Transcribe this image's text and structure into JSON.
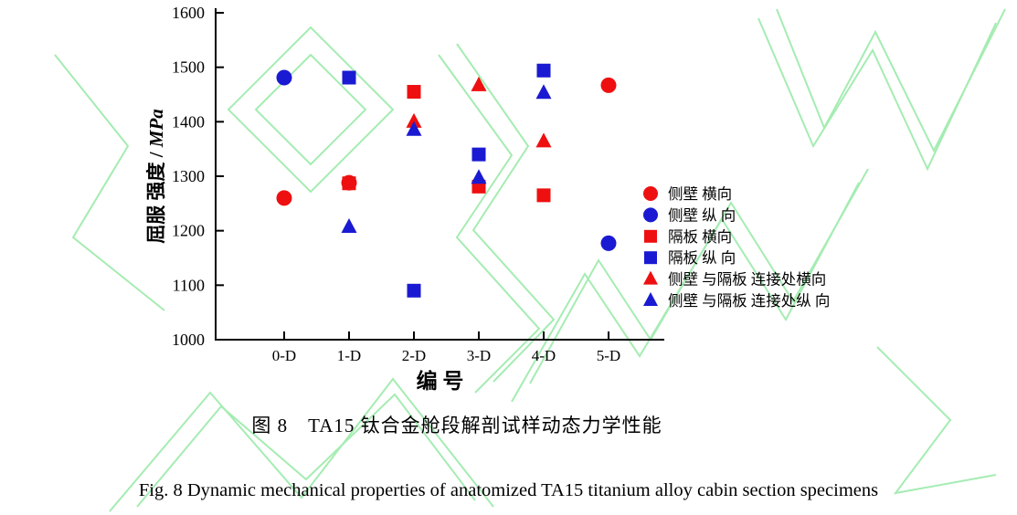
{
  "figure": {
    "caption_cn": "图 8　TA15 钛合金舱段解剖试样动态力学性能",
    "caption_en": "Fig. 8 Dynamic mechanical properties of anatomized TA15 titanium alloy cabin section specimens"
  },
  "colors": {
    "red": "#ee1010",
    "blue": "#1a1ad2",
    "axis": "#000000",
    "watermark": "#a5ecb2"
  },
  "chart_data": {
    "type": "scatter",
    "title": "图 8　TA15 钛合金舱段解剖试样动态力学性能",
    "xlabel": "编  号",
    "ylabel": "屈服 强度",
    "ylabel_unit": "MPa",
    "categories": [
      "0-D",
      "1-D",
      "2-D",
      "3-D",
      "4-D",
      "5-D"
    ],
    "ylim": [
      1000,
      1600
    ],
    "yticks": [
      1000,
      1100,
      1200,
      1300,
      1400,
      1500,
      1600
    ],
    "grid": false,
    "legend_position": "right",
    "series": [
      {
        "name": "侧壁 横向",
        "marker": "circle",
        "color": "#ee1010",
        "points": [
          {
            "x": "0-D",
            "y": 1260
          },
          {
            "x": "1-D",
            "y": 1288
          },
          {
            "x": "5-D",
            "y": 1467
          }
        ]
      },
      {
        "name": "侧壁 纵 向",
        "marker": "circle",
        "color": "#1a1ad2",
        "points": [
          {
            "x": "0-D",
            "y": 1481
          },
          {
            "x": "5-D",
            "y": 1177
          }
        ]
      },
      {
        "name": "隔板 横向",
        "marker": "square",
        "color": "#ee1010",
        "points": [
          {
            "x": "1-D",
            "y": 1287
          },
          {
            "x": "2-D",
            "y": 1455
          },
          {
            "x": "3-D",
            "y": 1281
          },
          {
            "x": "4-D",
            "y": 1265
          }
        ]
      },
      {
        "name": "隔板 纵 向",
        "marker": "square",
        "color": "#1a1ad2",
        "points": [
          {
            "x": "1-D",
            "y": 1481
          },
          {
            "x": "2-D",
            "y": 1090
          },
          {
            "x": "3-D",
            "y": 1340
          },
          {
            "x": "4-D",
            "y": 1494
          }
        ]
      },
      {
        "name": "侧壁 与隔板 连接处横向",
        "marker": "triangle",
        "color": "#ee1010",
        "points": [
          {
            "x": "2-D",
            "y": 1400
          },
          {
            "x": "3-D",
            "y": 1467
          },
          {
            "x": "4-D",
            "y": 1364
          }
        ]
      },
      {
        "name": "侧壁 与隔板 连接处纵 向",
        "marker": "triangle",
        "color": "#1a1ad2",
        "points": [
          {
            "x": "1-D",
            "y": 1207
          },
          {
            "x": "2-D",
            "y": 1385
          },
          {
            "x": "3-D",
            "y": 1297
          },
          {
            "x": "4-D",
            "y": 1453
          }
        ]
      }
    ]
  }
}
